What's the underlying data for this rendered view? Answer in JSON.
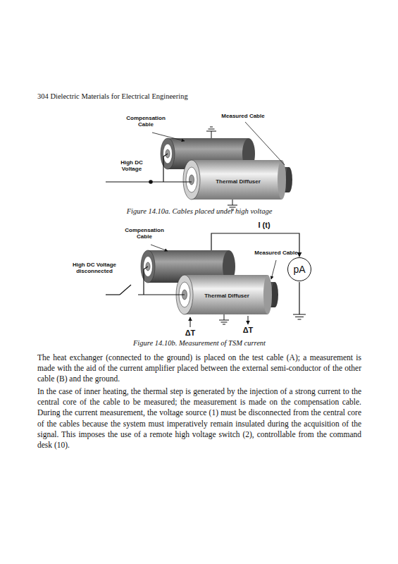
{
  "diagram": {
    "nodes": [
      {
        "text": [
          "Thermal Diffuser"
        ]
      },
      {
        "text": [
          "Thermal Diffuser"
        ]
      },
      {
        "text": [
          "pA"
        ]
      }
    ],
    "labels": [
      "304 Dielectric Materials for Electrical Engineering",
      "Compensation Cable",
      "Measured Cable",
      "High DC Voltage",
      "Figure 14.10a. Cables placed under high voltage",
      "I (t)",
      "Compensation Cable",
      "Measured Cable",
      "High DC Voltage disconnected",
      "ΔT",
      "ΔT",
      "Figure 14.10b. Measurement of TSM current",
      "The heat exchanger (connected to the ground) is placed on the test cable (A); a measurement is made with the aid of the current amplifier placed between the external semi-conductor of the other cable (B) and the ground.",
      "In the case of inner heating, the thermal step is generated by the injection of a strong current to the central core of the cable to be measured; the measurement is made on the compensation cable. During the current measurement, the voltage source (1) must be disconnected from the central core of the cables because the system must imperatively remain insulated during the acquisition of the signal. This imposes the use of a remote high voltage switch (2), controllable from the command desk (10)."
    ]
  }
}
